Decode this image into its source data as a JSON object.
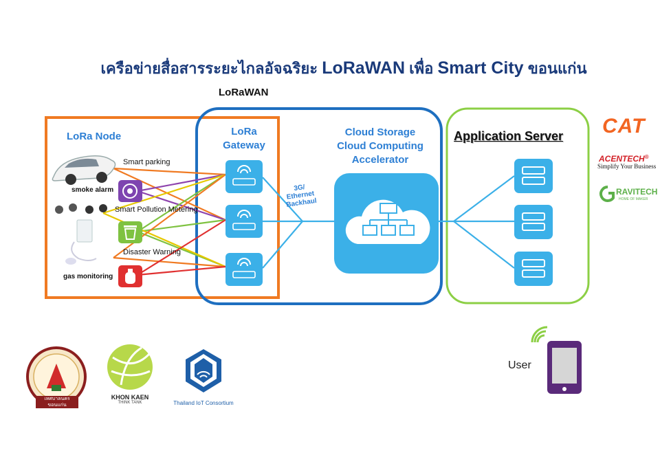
{
  "header": {
    "title_thai_1": "เครือข่ายสื่อสารระยะไกลอัจฉริยะ",
    "title_lorawan": "LoRaWAN",
    "title_thai_2": "เพื่อ",
    "title_smartcity": "Smart City",
    "title_thai_3": "ขอนแก่น",
    "subtitle": "LoRaWAN"
  },
  "sections": {
    "lora_node": "LoRa Node",
    "gateway_line1": "LoRa",
    "gateway_line2": "Gateway",
    "cloud_line1": "Cloud Storage",
    "cloud_line2": "Cloud Computing",
    "cloud_line3": "Accelerator",
    "app_server": "Application Server",
    "backhaul_line1": "3G/",
    "backhaul_line2": "Ethernet",
    "backhaul_line3": "Backhaul"
  },
  "nodes": [
    {
      "label": "Smart parking"
    },
    {
      "label": "smoke alarm"
    },
    {
      "label": "Smart Pollution Metering"
    },
    {
      "label": "Disaster Warning"
    },
    {
      "label": "gas monitoring"
    }
  ],
  "partners": {
    "cat": "CAT",
    "acentech": "ACENTECH",
    "acentech_reg": "®",
    "acentech_tagline": "Simplify Your Business",
    "gravitech": "RAVITECH",
    "gravitech_tagline": "HOME OF MAKER"
  },
  "bottom_logos": {
    "municipality": "เทศบาลนครขอนแก่น",
    "khonkaen_1": "KHON KAEN",
    "khonkaen_2": "THINK TANK",
    "iot_consortium": "Thailand IoT Consortium"
  },
  "user": {
    "label": "User"
  },
  "colors": {
    "orange_frame": "#f07a22",
    "blue_frame": "#1e6fc0",
    "green_frame": "#8ccf45",
    "icon_blue": "#3bb0e8",
    "header_blue": "#2d7fd4",
    "title_navy": "#1a3a7a",
    "cat_orange": "#f26522",
    "acentech_red": "#d21f26",
    "gravitech_green": "#5db04a",
    "phone_purple": "#5a2a7a"
  }
}
